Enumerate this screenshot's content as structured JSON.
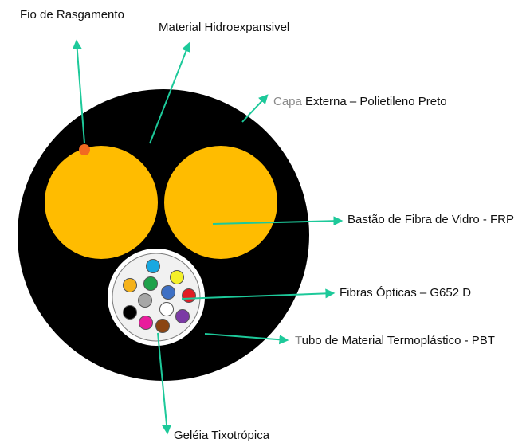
{
  "labels": {
    "rip_cord": "Fio de Rasgamento",
    "water_swell": "Material Hidroexpansivel",
    "outer_jacket_prefix": "Capa",
    "outer_jacket_rest": " Externa – Polietileno Preto",
    "frp_rod": "Bastão de Fibra de Vidro - FRP",
    "fibers": "Fibras Ópticas – G652 D",
    "tube_prefix": "T",
    "tube_rest": "ubo de Material Termoplástico - PBT",
    "gel": "Geléia Tixotrópica"
  },
  "colors": {
    "jacket": "#000000",
    "frp": "#FFBC00",
    "rip_cord": "#F26A21",
    "arrow": "#1DC99A",
    "tube_ring": "#FFFFFF",
    "tube_inner": "#F1F1F1"
  },
  "fibers": [
    {
      "color": "sky-blue",
      "hex": "#19A8E0"
    },
    {
      "color": "orange",
      "hex": "#F5B21A"
    },
    {
      "color": "green",
      "hex": "#1EA24A"
    },
    {
      "color": "yellow",
      "hex": "#F4F02A"
    },
    {
      "color": "blue",
      "hex": "#3E70C4"
    },
    {
      "color": "red",
      "hex": "#E01C24"
    },
    {
      "color": "black",
      "hex": "#000000"
    },
    {
      "color": "grey",
      "hex": "#A6A6A6"
    },
    {
      "color": "white",
      "hex": "#FFFFFF"
    },
    {
      "color": "violet",
      "hex": "#7B3AA5"
    },
    {
      "color": "rose",
      "hex": "#E81C9C"
    },
    {
      "color": "brown",
      "hex": "#8B4513"
    }
  ]
}
